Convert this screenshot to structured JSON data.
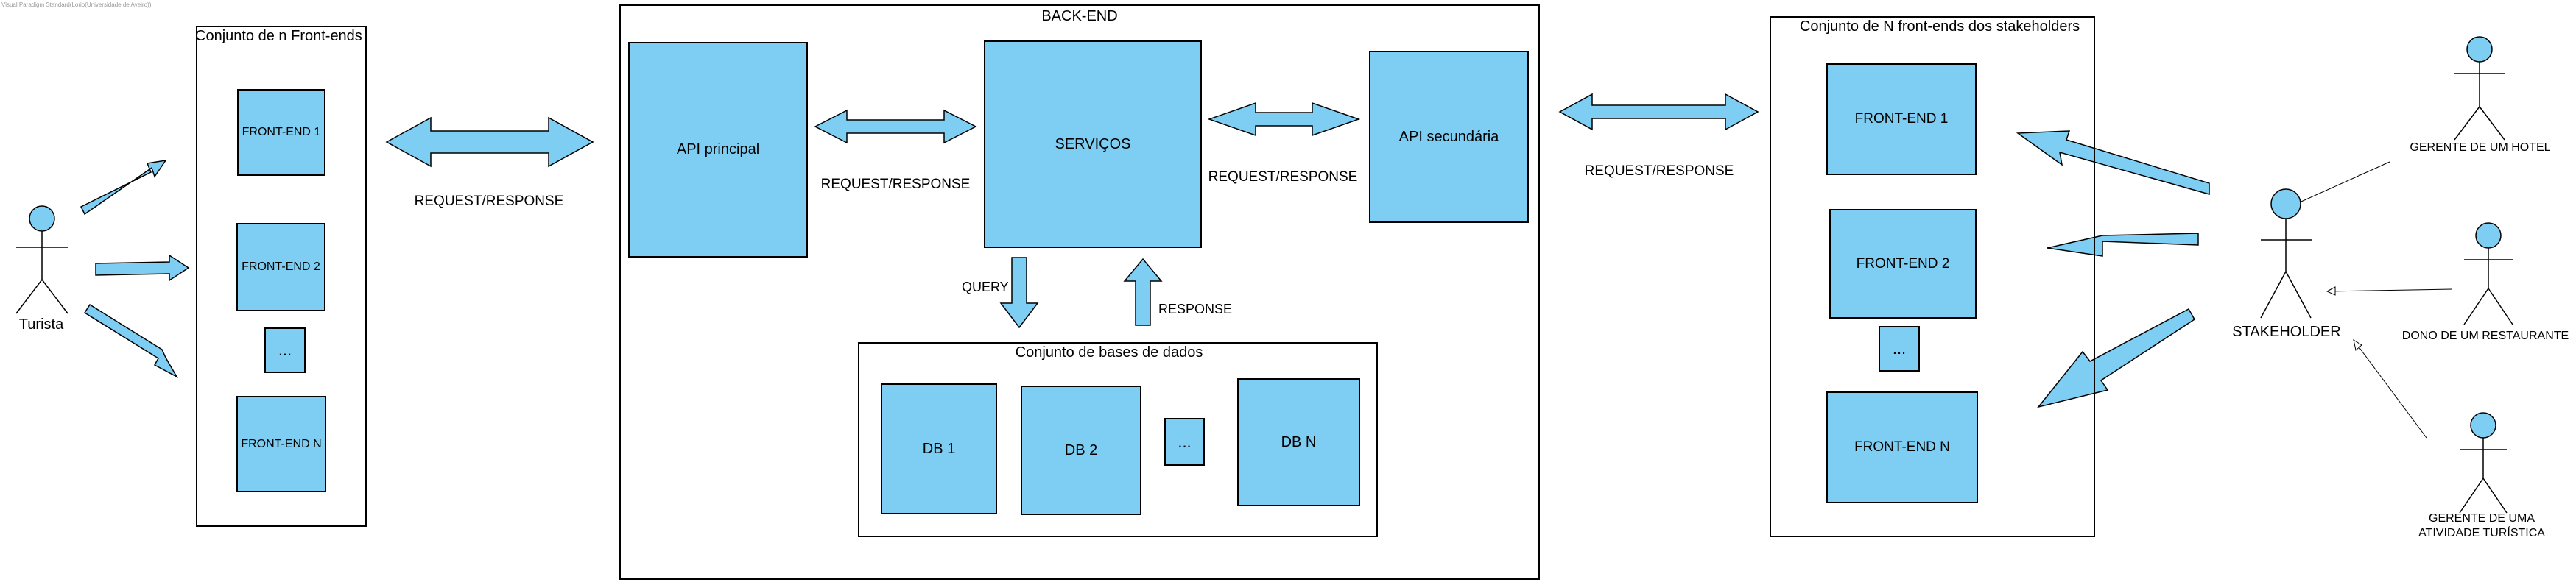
{
  "watermark": "Visual Paradigm Standard(Lorio(Universidade de Aveiro))",
  "tourists_group": {
    "title": "Conjunto de n Front-ends",
    "fe1": "FRONT-END 1",
    "fe2": "FRONT-END 2",
    "ellipsis": "...",
    "fen": "FRONT-END N"
  },
  "tourist_actor": "Turista",
  "left_link": "REQUEST/RESPONSE",
  "backend": {
    "title": "BACK-END",
    "api_main": "API principal",
    "services": "SERVIÇOS",
    "api_secondary": "API secundária",
    "link_api_services": "REQUEST/RESPONSE",
    "link_services_api2": "REQUEST/RESPONSE",
    "query": "QUERY",
    "response": "RESPONSE",
    "databases": {
      "title": "Conjunto de bases de dados",
      "db1": "DB 1",
      "db2": "DB 2",
      "ellipsis": "...",
      "dbn": "DB N"
    }
  },
  "right_link": "REQUEST/RESPONSE",
  "stakeholders_group": {
    "title": "Conjunto de N front-ends dos stakeholders",
    "fe1": "FRONT-END 1",
    "fe2": "FRONT-END 2",
    "ellipsis": "...",
    "fen": "FRONT-END N"
  },
  "actors": {
    "stakeholder": "STAKEHOLDER",
    "hotel_manager": "GERENTE DE UM HOTEL",
    "restaurant_owner": "DONO DE UM RESTAURANTE",
    "activity_manager_line1": "GERENTE DE UMA",
    "activity_manager_line2": "ATIVIDADE TURÍSTICA"
  },
  "colors": {
    "box_fill": "#7ecef3",
    "stroke": "#000000",
    "background": "#ffffff"
  }
}
